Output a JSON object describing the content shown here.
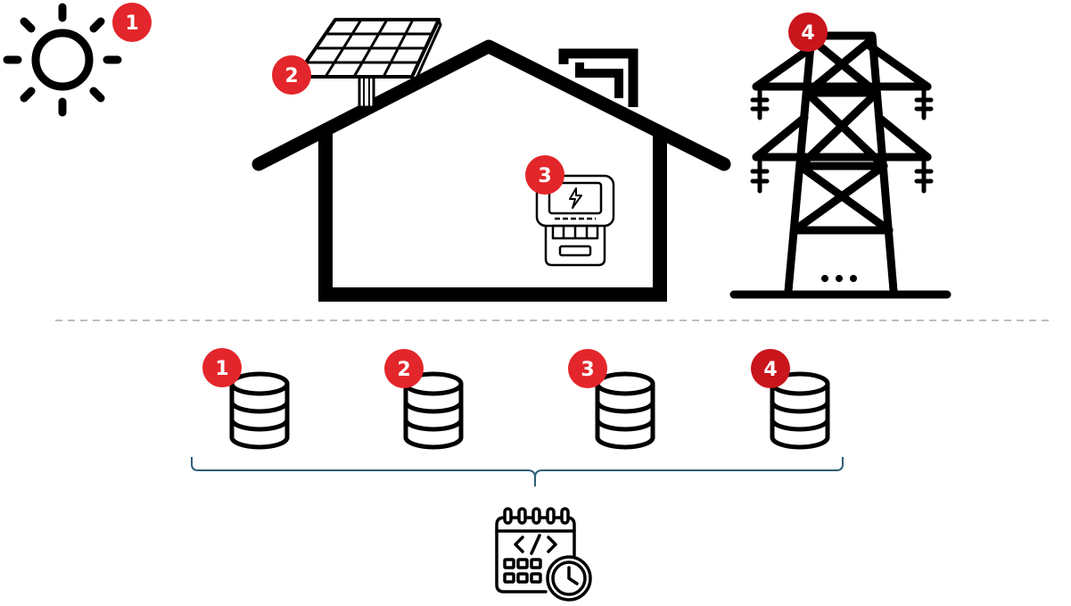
{
  "colors": {
    "badge": "#e3262b",
    "badge_dark": "#c9151c",
    "ink": "#000000",
    "divider": "#bdbdbd",
    "bracket": "#2f5d77"
  },
  "icons": {
    "sun": "sun-icon",
    "solar_panel": "solar-panel-icon",
    "house": "house-icon",
    "meter": "electric-meter-icon",
    "pylon": "power-pylon-icon",
    "database": "database-icon",
    "scheduler": "calendar-code-clock-icon"
  },
  "top_badges": [
    {
      "label": "1"
    },
    {
      "label": "2"
    },
    {
      "label": "3"
    },
    {
      "label": "4"
    }
  ],
  "storage_badges": [
    {
      "label": "1"
    },
    {
      "label": "2"
    },
    {
      "label": "3"
    },
    {
      "label": "4"
    }
  ]
}
